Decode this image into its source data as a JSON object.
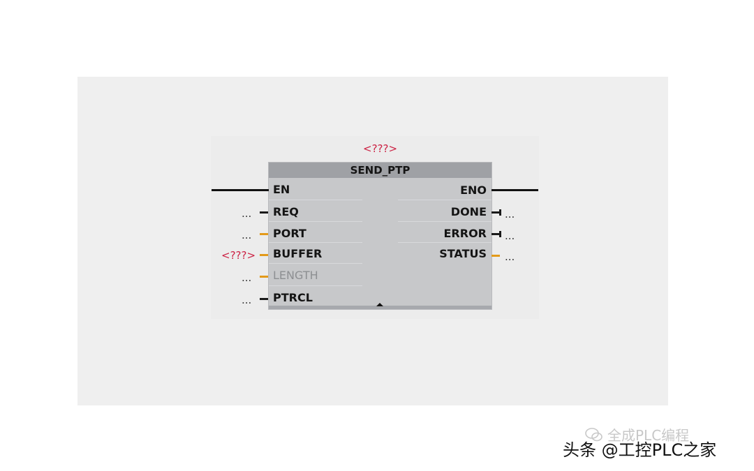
{
  "block": {
    "instance_name": "<???>",
    "type_name": "SEND_PTP"
  },
  "inputs": [
    {
      "name": "EN",
      "param": "",
      "stub": "flow"
    },
    {
      "name": "REQ",
      "param": "...",
      "stub": "black"
    },
    {
      "name": "PORT",
      "param": "...",
      "stub": "orange"
    },
    {
      "name": "BUFFER",
      "param": "<???>",
      "stub": "orange"
    },
    {
      "name": "LENGTH",
      "param": "...",
      "stub": "orange"
    },
    {
      "name": "PTRCL",
      "param": "...",
      "stub": "black"
    }
  ],
  "outputs": [
    {
      "name": "ENO",
      "param": "",
      "stub": "flow"
    },
    {
      "name": "DONE",
      "param": "...",
      "stub": "black"
    },
    {
      "name": "ERROR",
      "param": "...",
      "stub": "black"
    },
    {
      "name": "STATUS",
      "param": "...",
      "stub": "orange"
    }
  ],
  "watermark": {
    "text": "全成PLC编程"
  },
  "caption": {
    "text": "头条 @工控PLC之家"
  }
}
